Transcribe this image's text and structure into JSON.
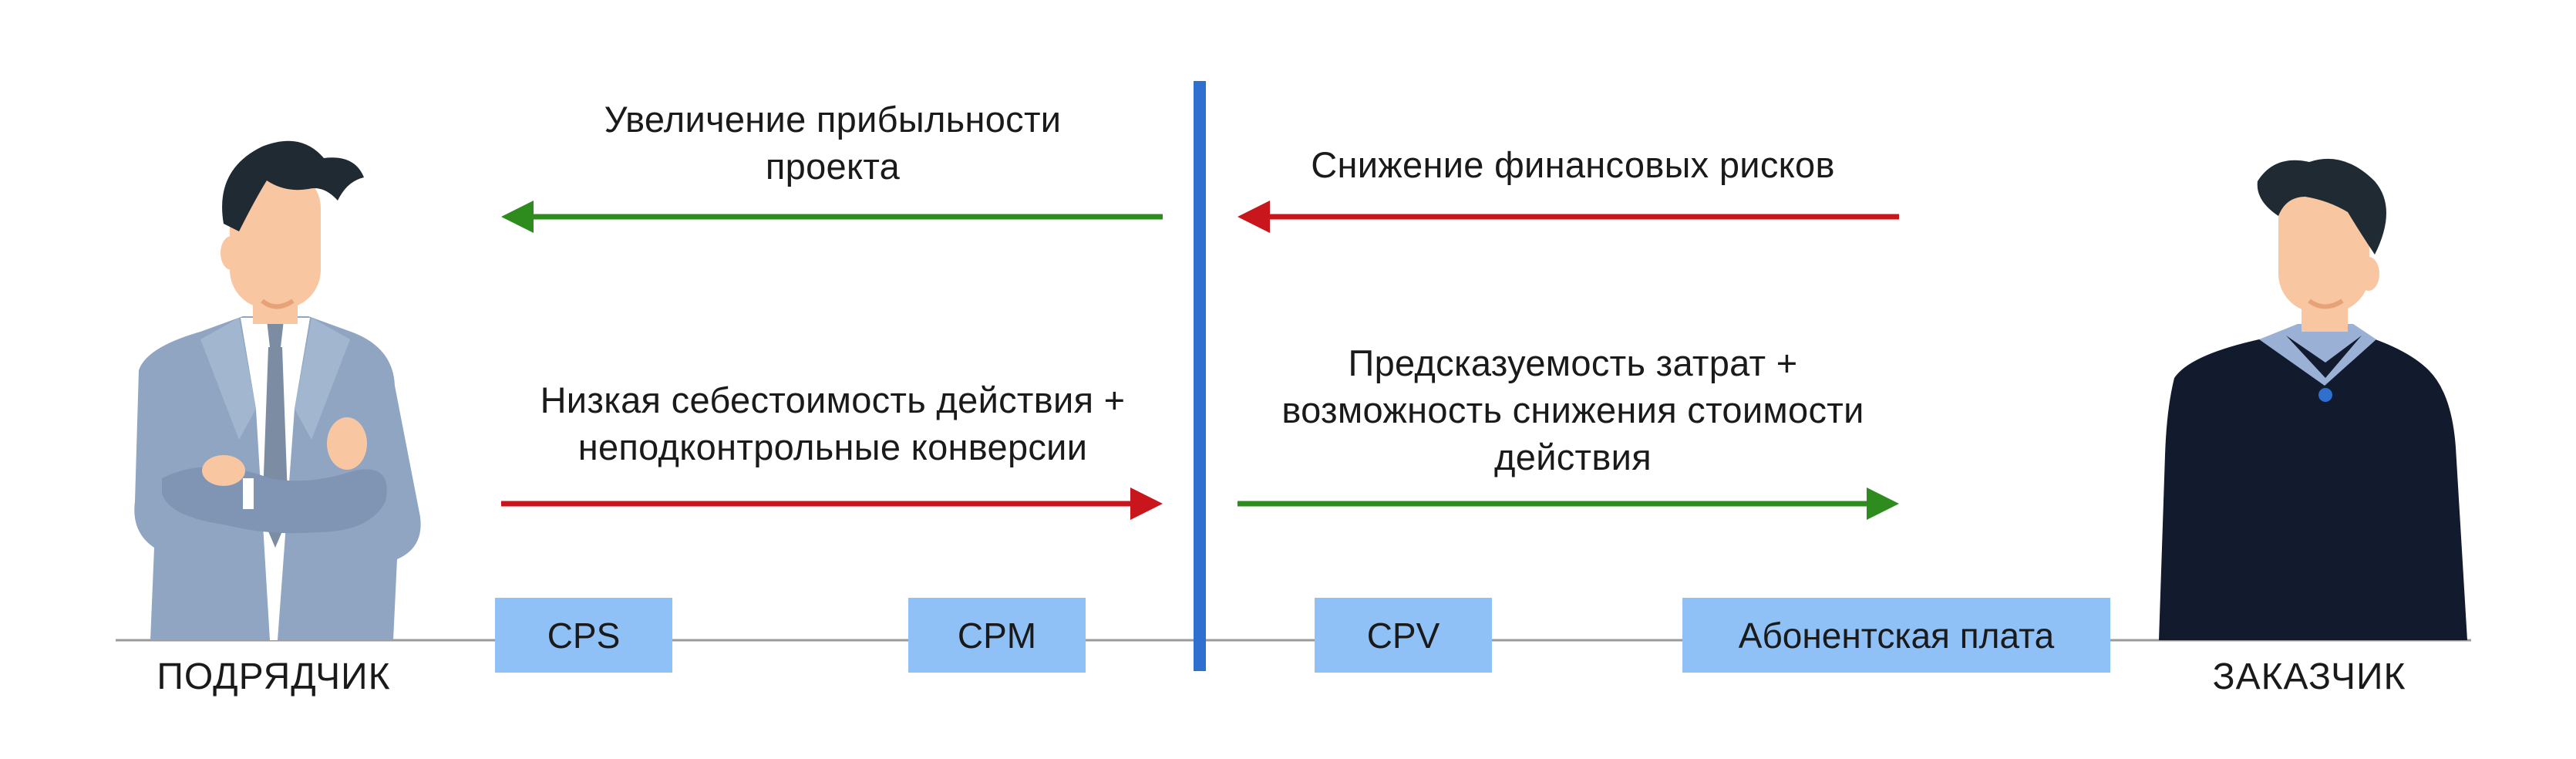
{
  "left_party": {
    "role": "ПОДРЯДЧИК",
    "benefit_top": [
      "Увеличение прибыльности",
      "проекта"
    ],
    "benefit_bottom": [
      "Низкая себестоимость действия +",
      "неподконтрольные конверсии"
    ]
  },
  "right_party": {
    "role": "ЗАКАЗЧИК",
    "benefit_top": [
      "Снижение финансовых рисков"
    ],
    "benefit_bottom": [
      "Предсказуемость затрат +",
      "возможность снижения стоимости",
      "действия"
    ]
  },
  "models": [
    "CPS",
    "CPM",
    "CPV",
    "Абонентская плата"
  ],
  "colors": {
    "divider": "#2f6fcd",
    "green_arrow": "#2e8b1e",
    "red_arrow": "#c8161c",
    "model_box": "#8fc1f7",
    "baseline": "#9a9a9a",
    "contractor_suit": "#8fa5c2",
    "customer_sweater": "#121a2e",
    "skin": "#f8c7a2",
    "hair": "#1f2a33"
  },
  "icons": {
    "left_person": "contractor-person-icon",
    "right_person": "customer-person-icon"
  }
}
